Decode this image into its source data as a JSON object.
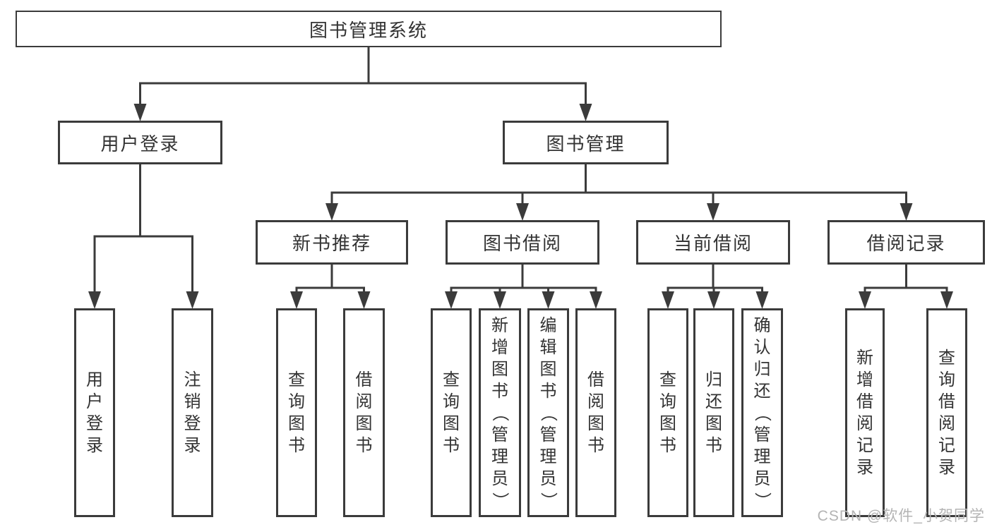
{
  "diagram": {
    "title": "图书管理系统",
    "nodes": [
      {
        "id": "library-system",
        "label": "图书管理系统"
      },
      {
        "id": "user-login",
        "label": "用户登录"
      },
      {
        "id": "book-management",
        "label": "图书管理"
      },
      {
        "id": "new-book-recommend",
        "label": "新书推荐"
      },
      {
        "id": "book-borrowing",
        "label": "图书借阅"
      },
      {
        "id": "current-borrowing",
        "label": "当前借阅"
      },
      {
        "id": "borrow-records",
        "label": "借阅记录"
      },
      {
        "id": "leaf-user-login",
        "label": "用户登录"
      },
      {
        "id": "leaf-logout",
        "label": "注销登录"
      },
      {
        "id": "leaf-query-books-a",
        "label": "查询图书"
      },
      {
        "id": "leaf-borrow-books-a",
        "label": "借阅图书"
      },
      {
        "id": "leaf-query-books-b",
        "label": "查询图书"
      },
      {
        "id": "leaf-add-books",
        "label": "新增图书（管理员）"
      },
      {
        "id": "leaf-edit-books",
        "label": "编辑图书（管理员）"
      },
      {
        "id": "leaf-borrow-books-b",
        "label": "借阅图书"
      },
      {
        "id": "leaf-query-books-c",
        "label": "查询图书"
      },
      {
        "id": "leaf-return-books",
        "label": "归还图书"
      },
      {
        "id": "leaf-confirm-return",
        "label": "确认归还（管理员）"
      },
      {
        "id": "leaf-add-record",
        "label": "新增借阅记录"
      },
      {
        "id": "leaf-query-record",
        "label": "查询借阅记录"
      }
    ],
    "edges": [
      {
        "from": "library-system",
        "to": [
          "user-login",
          "book-management"
        ]
      },
      {
        "from": "user-login",
        "to": [
          "leaf-user-login",
          "leaf-logout"
        ]
      },
      {
        "from": "book-management",
        "to": [
          "new-book-recommend",
          "book-borrowing",
          "current-borrowing",
          "borrow-records"
        ]
      },
      {
        "from": "new-book-recommend",
        "to": [
          "leaf-query-books-a",
          "leaf-borrow-books-a"
        ]
      },
      {
        "from": "book-borrowing",
        "to": [
          "leaf-query-books-b",
          "leaf-add-books",
          "leaf-edit-books",
          "leaf-borrow-books-b"
        ]
      },
      {
        "from": "current-borrowing",
        "to": [
          "leaf-query-books-c",
          "leaf-return-books",
          "leaf-confirm-return"
        ]
      },
      {
        "from": "borrow-records",
        "to": [
          "leaf-add-record",
          "leaf-query-record"
        ]
      }
    ]
  },
  "watermark": "CSDN @软件_小贺同学",
  "colors": {
    "line": "#3b3b3b",
    "text": "#333333",
    "watermark": "#b4b4b4",
    "background": "#ffffff"
  }
}
